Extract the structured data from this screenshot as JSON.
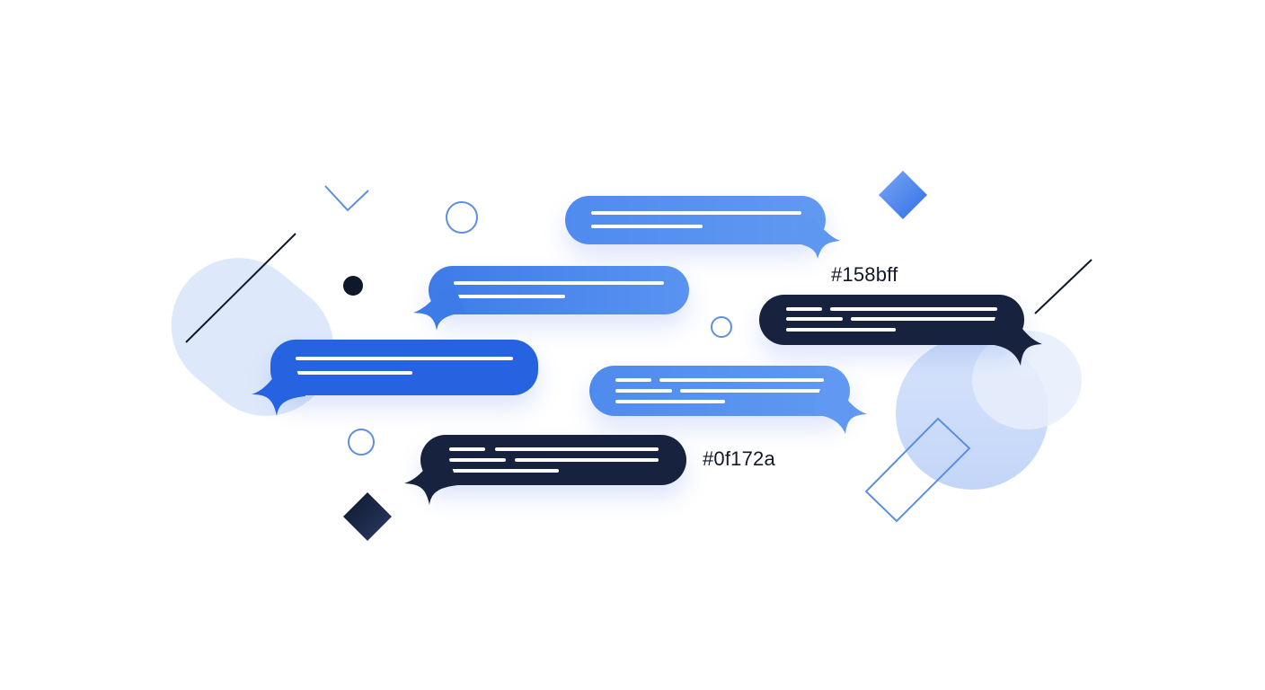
{
  "illustration": {
    "theme": "chat message bubbles",
    "colors": {
      "light_blue": "#5b93f0",
      "mid_blue": "#3b7ce8",
      "bright_blue": "#2563e0",
      "navy": "#0f172a",
      "soft_blob": "#dbe6fb",
      "outline_blue": "#5b8fe0",
      "background": "#ffffff"
    },
    "labels": {
      "blue_hex": "#158bff",
      "navy_hex": "#0f172a"
    },
    "bubbles": [
      {
        "id": "bubble-1",
        "color": "light_blue",
        "tail": "right",
        "lines": 2
      },
      {
        "id": "bubble-2",
        "color": "mid_blue",
        "tail": "left",
        "lines": 2
      },
      {
        "id": "bubble-3",
        "color": "navy",
        "tail": "right",
        "lines": 3
      },
      {
        "id": "bubble-4",
        "color": "bright_blue",
        "tail": "left",
        "lines": 2
      },
      {
        "id": "bubble-5",
        "color": "light_blue",
        "tail": "right",
        "lines": 3
      },
      {
        "id": "bubble-6",
        "color": "navy",
        "tail": "left",
        "lines": 3
      }
    ],
    "decorations": [
      "chevron-down",
      "ring",
      "dot",
      "diagonal-line",
      "diamond",
      "rotated-rectangle-outline",
      "soft-circles",
      "soft-pill"
    ]
  }
}
